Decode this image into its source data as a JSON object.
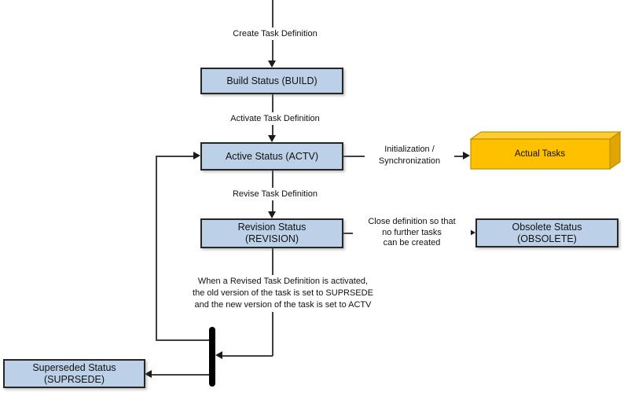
{
  "diagram": {
    "nodes": {
      "build": {
        "label": "Build Status (BUILD)"
      },
      "active": {
        "label": "Active Status (ACTV)"
      },
      "revision": {
        "line1": "Revision Status",
        "line2": "(REVISION)"
      },
      "obsolete": {
        "line1": "Obsolete Status",
        "line2": "(OBSOLETE)"
      },
      "superseded": {
        "line1": "Superseded Status",
        "line2": "(SUPRSEDE)"
      },
      "actual_tasks": {
        "label": "Actual Tasks"
      }
    },
    "edge_labels": {
      "create": "Create Task Definition",
      "activate": "Activate Task Definition",
      "revise": "Revise Task Definition",
      "init_line1": "Initialization /",
      "init_line2": "Synchronization",
      "close_line1": "Close definition so that",
      "close_line2": "no further tasks",
      "close_line3": "can be created",
      "note_line1": "When a Revised Task Definition is activated,",
      "note_line2": "the old version of the task is set to SUPRSEDE",
      "note_line3": "and the new version of the task is set to ACTV"
    },
    "colors": {
      "status_node_fill": "#BCD1E8",
      "status_node_border": "#262626",
      "actual_tasks_front": "#FFC000",
      "actual_tasks_top": "#FFCE32",
      "actual_tasks_side": "#E0A500",
      "actual_tasks_border": "#BF9000",
      "connector": "#404040",
      "sync_bar": "#000000"
    }
  }
}
